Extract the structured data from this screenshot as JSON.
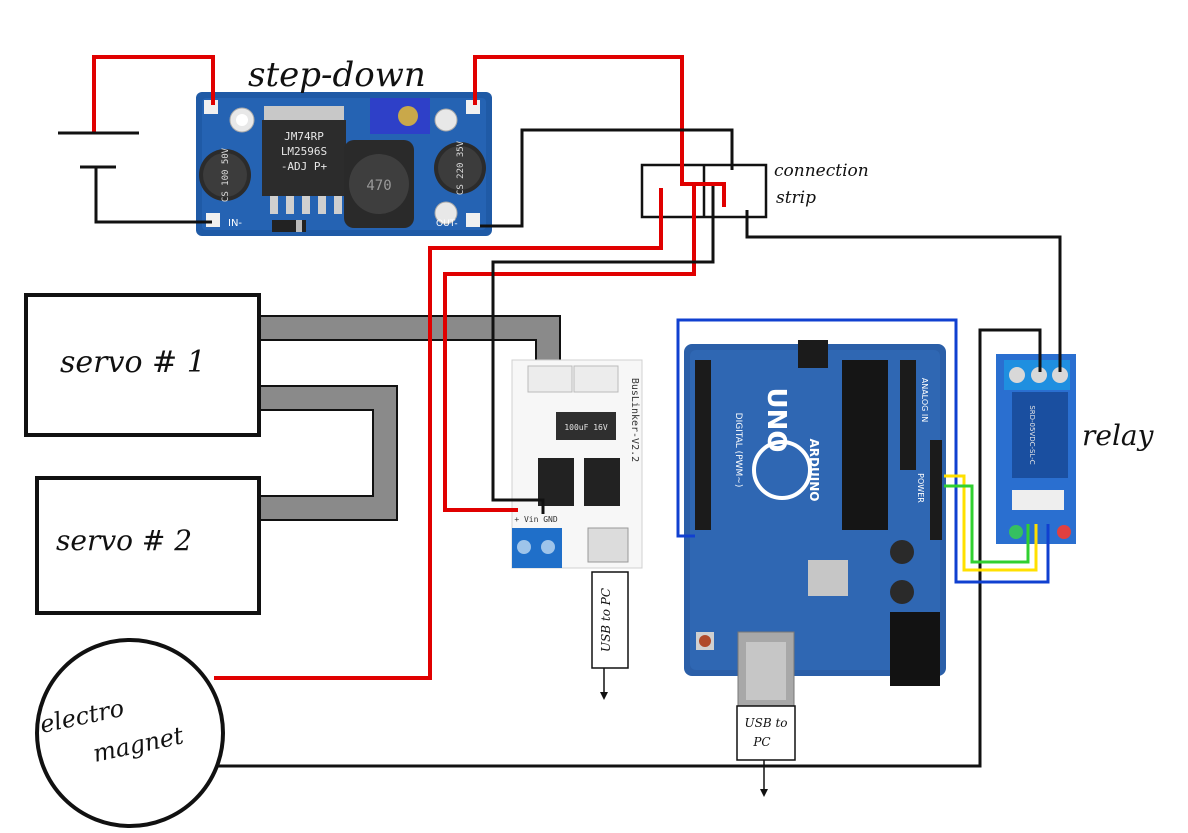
{
  "labels": {
    "step_down": "step-down",
    "connection_strip_line1": "connection",
    "connection_strip_line2": "strip",
    "servo1": "servo # 1",
    "servo2": "servo # 2",
    "electro_line1": "electro",
    "electro_line2": "magnet",
    "relay": "relay",
    "usb_busl_vertical": "USB to PC",
    "usb_uno_line1": "USB to",
    "usb_uno_line2": "PC"
  },
  "board_text": {
    "lm_chip": [
      "JM74RP",
      "LM2596S",
      "-ADJ P+"
    ],
    "cap_in": "CS 100 50V",
    "cap_out": "CS 220 35V",
    "inductor": "470",
    "in_minus": "IN-",
    "out_minus": "OUT-",
    "busl_name": "BusLinker-V2.2",
    "busl_cap": "100uF 16V",
    "busl_pins": "+ Vin  GND",
    "uno_brand": "UNO",
    "uno_arduino": "ARDUINO",
    "uno_digital": "DIGITAL (PWM~)",
    "uno_power": "POWER",
    "uno_analog": "ANALOG IN",
    "relay_model": "SRD-05VDC-SL-C"
  },
  "colors": {
    "power_wire": "#e00000",
    "ground_wire": "#111111",
    "signal_blue": "#1040d0",
    "signal_yellow": "#ffe000",
    "signal_green": "#30d030",
    "servo_cable": "#8a8a8a",
    "pcb_blue": "#2b5fa8",
    "relay_blue": "#2a6fd0"
  }
}
